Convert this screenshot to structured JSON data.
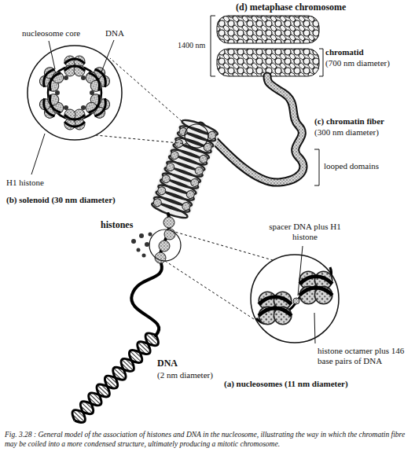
{
  "diagram": {
    "caption": "Fig. 3.28 : General model of the association of histones and DNA in the nucleosome, illustrating the way in which the chromatin fibre may be coiled into a more condensed structure, ultimately producing a mitotic chromosome.",
    "labels": [
      "(d) metaphase chromosome",
      "nucleosome core",
      "DNA",
      "1400 nm",
      "chromatid",
      "(700 nm diameter)",
      "(c) chromatin fiber",
      "(300 nm diameter)",
      "looped domains",
      "H1 histone",
      "(b) solenoid (30 nm diameter)",
      "spacer DNA plus H1 histone",
      "histones",
      "histone octamer plus 146 base pairs of DNA",
      "DNA",
      "(2 nm diameter)",
      "(a) nucleosomes (11 nm diameter)"
    ]
  }
}
